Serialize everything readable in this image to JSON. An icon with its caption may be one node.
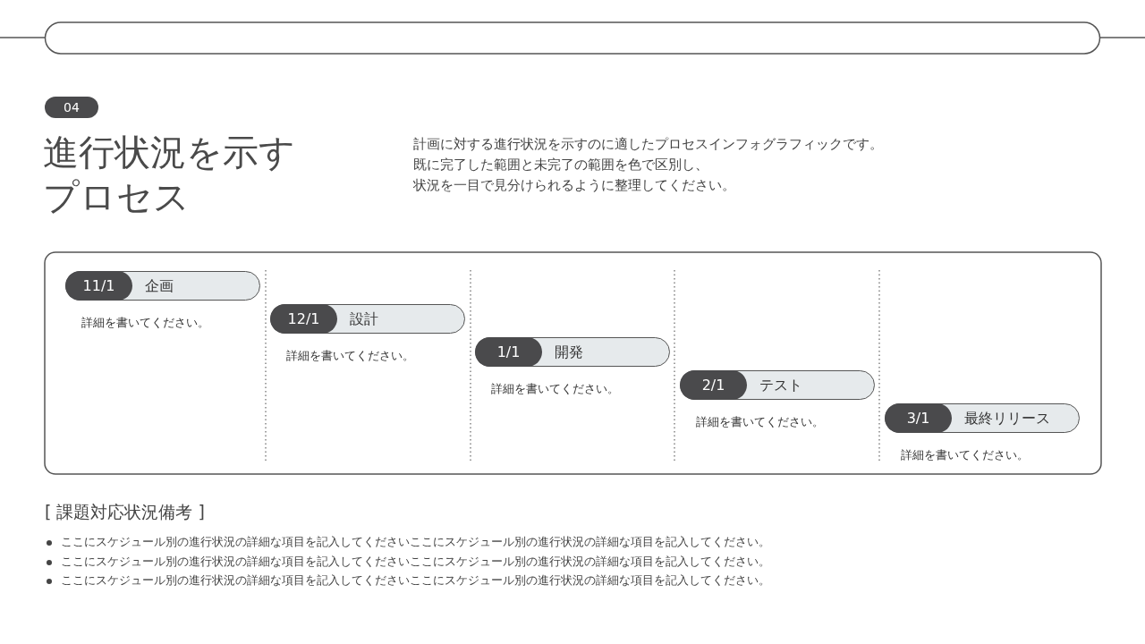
{
  "diagram": {
    "title": "進行状況を示すプロセス",
    "nodes": [
      {
        "text": [
          "11/1",
          "企画"
        ],
        "beside": [
          "詳細を書いてください。"
        ]
      },
      {
        "text": [
          "12/1",
          "設計"
        ],
        "beside": [
          "詳細を書いてください。"
        ]
      },
      {
        "text": [
          "1/1",
          "開発"
        ],
        "beside": [
          "詳細を書いてください。"
        ]
      },
      {
        "text": [
          "2/1",
          "テスト"
        ],
        "beside": [
          "詳細を書いてください。"
        ]
      },
      {
        "text": [
          "3/1",
          "最終リリース"
        ],
        "beside": [
          "詳細を書いてください。"
        ]
      }
    ],
    "labels": [
      "04",
      "計画に対する進行状況を示すのに適したプロセスインフォグラフィックです。",
      "既に完了した範囲と未完了の範囲を色で区別し、",
      "状況を一目で見分けられるように整理してください。",
      "[ 課題対応状況備考 ]",
      "ここにスケジュール別の進行状況の詳細な項目を記入してくださいここにスケジュール別の進行状況の詳細な項目を記入してください。",
      "ここにスケジュール別の進行状況の詳細な項目を記入してくださいここにスケジュール別の進行状況の詳細な項目を記入してください。",
      "ここにスケジュール別の進行状況の詳細な項目を記入してくださいここにスケジュール別の進行状況の詳細な項目を記入してください。"
    ]
  }
}
